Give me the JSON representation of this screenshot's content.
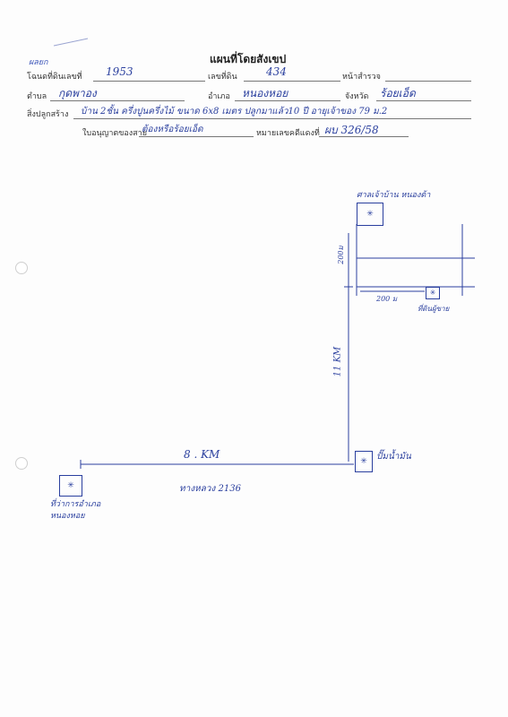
{
  "header": {
    "title": "แผนที่โดยสังเขป",
    "corner_note": "ผลยก"
  },
  "form": {
    "deed_label": "โฉนดที่ดินเลขที่",
    "deed_value": "1953",
    "land_no_label": "เลขที่ดิน",
    "land_no_value": "434",
    "survey_page_label": "หน้าสำรวจ",
    "survey_page_value": "",
    "subdistrict_label": "ตำบล",
    "subdistrict_value": "กุดพาอง",
    "district_label": "อำเภอ",
    "district_value": "หนองหอย",
    "province_label": "จังหวัด",
    "province_value": "ร้อยเอ็ด",
    "building_label": "สิ่งปลูกสร้าง",
    "building_value": "บ้าน 2ชั้น ครึ่งปูนครึ่งไม้ ขนาด 6x8 เมตร ปลูกมาแล้ว10 ปี อายุเจ้าของ 79 ม.2",
    "license_label": "ใบอนุญาตของสาย",
    "license_value": "ต้องหรือร้อยเอ็ด",
    "id_label": "หมายเลขคดีแดงที่",
    "id_value": "ผบ 326/58"
  },
  "map": {
    "label_top_right": "ศาลเจ้าบ้าน หนองต้า",
    "label_right_plot": "ที่ดินผู้ขาย",
    "label_200_vertical": "200ม",
    "label_200_horizontal": "200 ม",
    "label_11km": "11 KM",
    "label_8km": "8 . KM",
    "label_pump": "ปั๊มน้ำมัน",
    "label_district_office": "ที่ว่าการอำเภอ หนองหอย",
    "label_highway": "ทางหลวง 2136",
    "marker_symbol": "✳"
  }
}
